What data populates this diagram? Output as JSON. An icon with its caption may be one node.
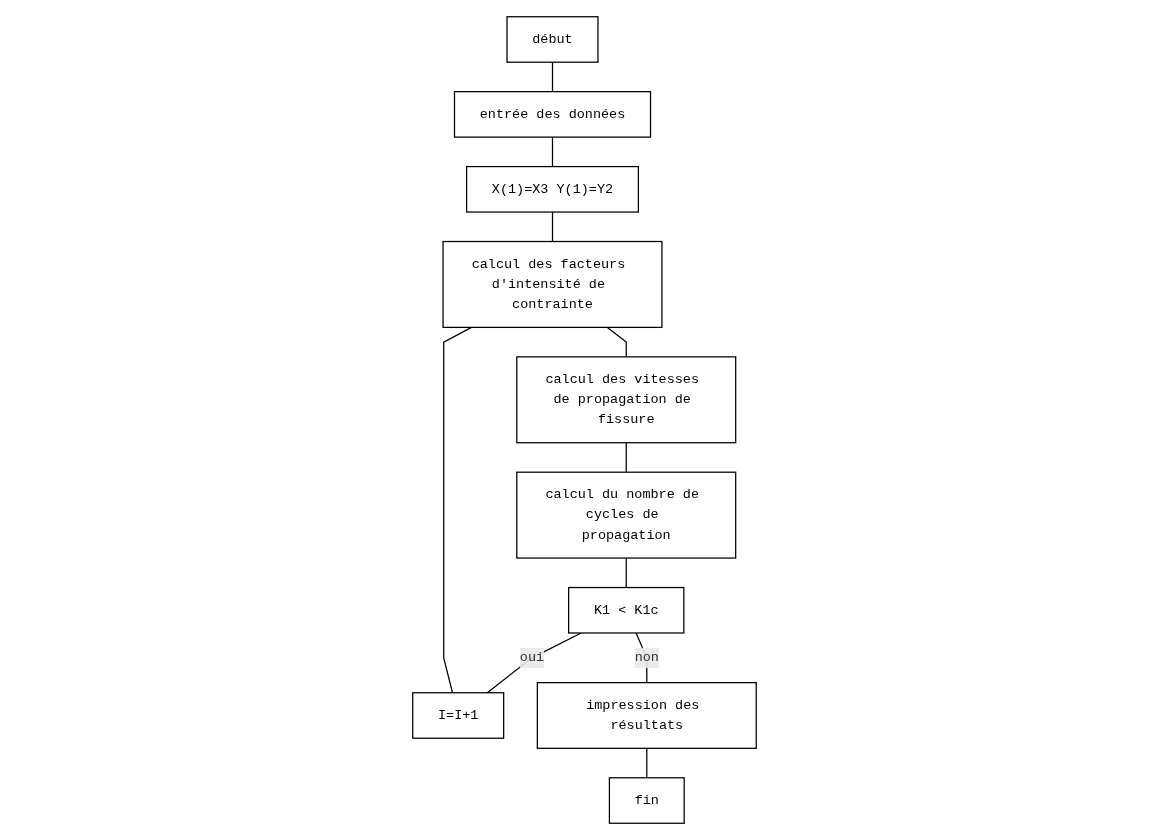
{
  "diagram": {
    "nodes": [
      {
        "text": [
          "début"
        ]
      },
      {
        "text": [
          "entrée des données"
        ]
      },
      {
        "text": [
          "X(1)=X3 Y(1)=Y2"
        ]
      },
      {
        "text": [
          "calcul des facteurs d'intensité de contrainte"
        ]
      },
      {
        "text": [
          "calcul des vitesses de propagation de fissure"
        ]
      },
      {
        "text": [
          "calcul du nombre de cycles de propagation"
        ]
      },
      {
        "text": [
          "I=I+1"
        ]
      },
      {
        "text": [
          "K1 < K1c"
        ]
      },
      {
        "text": [
          "impression des résultats"
        ]
      },
      {
        "text": [
          "fin"
        ]
      }
    ],
    "edges": [
      {
        "from": 0,
        "to": 1,
        "arrow": "none"
      },
      {
        "from": 1,
        "to": 2,
        "arrow": "none"
      },
      {
        "from": 2,
        "to": 3,
        "arrow": "none"
      },
      {
        "from": 3,
        "to": 4,
        "arrow": "none"
      },
      {
        "from": 4,
        "to": 5,
        "arrow": "none"
      },
      {
        "from": 5,
        "to": 7,
        "arrow": "none"
      },
      {
        "from": 7,
        "to": 6,
        "label": "oui",
        "arrow": "none"
      },
      {
        "from": 6,
        "to": 3,
        "arrow": "none"
      },
      {
        "from": 7,
        "to": 8,
        "label": "non",
        "arrow": "none"
      },
      {
        "from": 8,
        "to": 9,
        "arrow": "none"
      }
    ]
  }
}
